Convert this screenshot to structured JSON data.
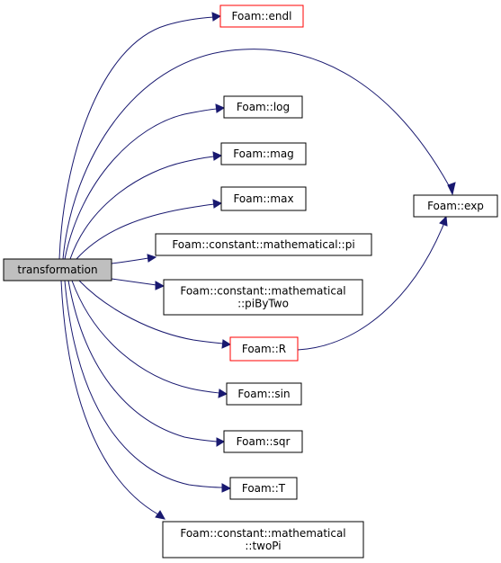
{
  "graph": {
    "root": {
      "id": "transformation",
      "label": [
        "transformation"
      ]
    },
    "nodes": [
      {
        "id": "endl",
        "label": [
          "Foam::endl"
        ],
        "style": "red"
      },
      {
        "id": "exp",
        "label": [
          "Foam::exp"
        ],
        "style": "normal"
      },
      {
        "id": "log",
        "label": [
          "Foam::log"
        ],
        "style": "normal"
      },
      {
        "id": "mag",
        "label": [
          "Foam::mag"
        ],
        "style": "normal"
      },
      {
        "id": "max",
        "label": [
          "Foam::max"
        ],
        "style": "normal"
      },
      {
        "id": "pi",
        "label": [
          "Foam::constant::mathematical::pi"
        ],
        "style": "normal"
      },
      {
        "id": "piByTwo",
        "label": [
          "Foam::constant::mathematical",
          "::piByTwo"
        ],
        "style": "normal"
      },
      {
        "id": "R",
        "label": [
          "Foam::R"
        ],
        "style": "red"
      },
      {
        "id": "sin",
        "label": [
          "Foam::sin"
        ],
        "style": "normal"
      },
      {
        "id": "sqr",
        "label": [
          "Foam::sqr"
        ],
        "style": "normal"
      },
      {
        "id": "T",
        "label": [
          "Foam::T"
        ],
        "style": "normal"
      },
      {
        "id": "twoPi",
        "label": [
          "Foam::constant::mathematical",
          "::twoPi"
        ],
        "style": "normal"
      }
    ],
    "edges": [
      {
        "from": "transformation",
        "to": "endl"
      },
      {
        "from": "transformation",
        "to": "exp"
      },
      {
        "from": "transformation",
        "to": "log"
      },
      {
        "from": "transformation",
        "to": "mag"
      },
      {
        "from": "transformation",
        "to": "max"
      },
      {
        "from": "transformation",
        "to": "pi"
      },
      {
        "from": "transformation",
        "to": "piByTwo"
      },
      {
        "from": "transformation",
        "to": "R"
      },
      {
        "from": "transformation",
        "to": "sin"
      },
      {
        "from": "transformation",
        "to": "sqr"
      },
      {
        "from": "transformation",
        "to": "T"
      },
      {
        "from": "transformation",
        "to": "twoPi"
      },
      {
        "from": "R",
        "to": "exp"
      }
    ],
    "colors": {
      "edge": "#191970",
      "root_fill": "#bfbfbf",
      "red_border": "#ff0000",
      "border": "#000000"
    }
  }
}
